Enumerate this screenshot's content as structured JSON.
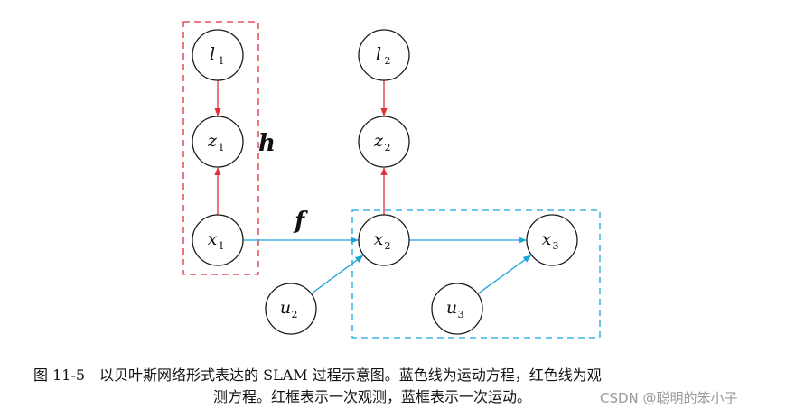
{
  "colors": {
    "observation": "#e0303a",
    "motion": "#1aa3d9",
    "node_stroke": "#1a1a1a",
    "watermark": "#9a9a9a"
  },
  "nodes": [
    {
      "id": "l1",
      "letter": "l",
      "sub": "1"
    },
    {
      "id": "z1",
      "letter": "z",
      "sub": "1"
    },
    {
      "id": "x1",
      "letter": "x",
      "sub": "1"
    },
    {
      "id": "l2",
      "letter": "l",
      "sub": "2"
    },
    {
      "id": "z2",
      "letter": "z",
      "sub": "2"
    },
    {
      "id": "x2",
      "letter": "x",
      "sub": "2"
    },
    {
      "id": "x3",
      "letter": "x",
      "sub": "3"
    },
    {
      "id": "u2",
      "letter": "u",
      "sub": "2"
    },
    {
      "id": "u3",
      "letter": "u",
      "sub": "3"
    }
  ],
  "edges": [
    {
      "from": "l1",
      "to": "z1",
      "kind": "observation"
    },
    {
      "from": "x1",
      "to": "z1",
      "kind": "observation"
    },
    {
      "from": "l2",
      "to": "z2",
      "kind": "observation"
    },
    {
      "from": "x2",
      "to": "z2",
      "kind": "observation"
    },
    {
      "from": "x1",
      "to": "x2",
      "kind": "motion"
    },
    {
      "from": "x2",
      "to": "x3",
      "kind": "motion"
    },
    {
      "from": "u2",
      "to": "x2",
      "kind": "motion"
    },
    {
      "from": "u3",
      "to": "x3",
      "kind": "motion"
    }
  ],
  "function_labels": {
    "observation": "h",
    "motion": "f"
  },
  "caption": {
    "line1": "图 11-5　以贝叶斯网络形式表达的 SLAM 过程示意图。蓝色线为运动方程，红色线为观",
    "line2": "测方程。红框表示一次观测，蓝框表示一次运动。"
  },
  "watermark": "CSDN @聪明的笨小子"
}
